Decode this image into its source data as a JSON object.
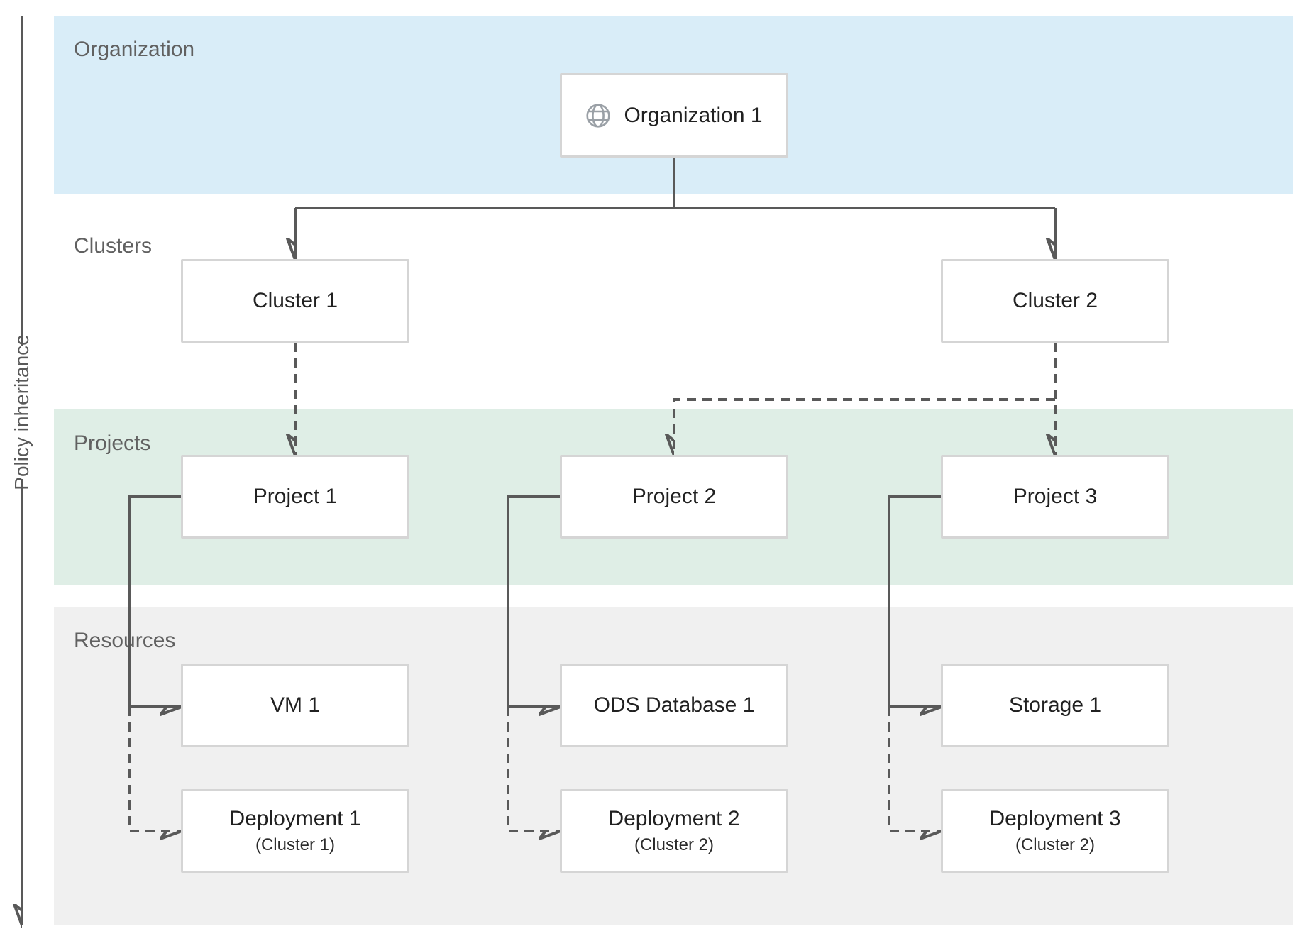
{
  "policy_axis": {
    "label": "Policy inheritance"
  },
  "bands": [
    {
      "id": "organization",
      "label": "Organization",
      "bg": "#d9edf8"
    },
    {
      "id": "clusters",
      "label": "Clusters",
      "bg": "transparent"
    },
    {
      "id": "projects",
      "label": "Projects",
      "bg": "#dfeee6"
    },
    {
      "id": "resources",
      "label": "Resources",
      "bg": "#f0f0f0"
    }
  ],
  "nodes": {
    "organization1": {
      "label": "Organization 1",
      "icon": "globe-icon"
    },
    "cluster1": {
      "label": "Cluster 1"
    },
    "cluster2": {
      "label": "Cluster 2"
    },
    "project1": {
      "label": "Project 1"
    },
    "project2": {
      "label": "Project 2"
    },
    "project3": {
      "label": "Project 3"
    },
    "vm1": {
      "label": "VM 1"
    },
    "ods_database1": {
      "label": "ODS Database 1"
    },
    "storage1": {
      "label": "Storage 1"
    },
    "deployment1": {
      "label": "Deployment 1",
      "sublabel": "(Cluster 1)"
    },
    "deployment2": {
      "label": "Deployment 2",
      "sublabel": "(Cluster 2)"
    },
    "deployment3": {
      "label": "Deployment 3",
      "sublabel": "(Cluster 2)"
    }
  },
  "edges": [
    {
      "from": "Organization 1",
      "to": "Cluster 1",
      "style": "solid"
    },
    {
      "from": "Organization 1",
      "to": "Cluster 2",
      "style": "solid"
    },
    {
      "from": "Cluster 1",
      "to": "Project 1",
      "style": "dashed"
    },
    {
      "from": "Cluster 2",
      "to": "Project 2",
      "style": "dashed"
    },
    {
      "from": "Cluster 2",
      "to": "Project 3",
      "style": "dashed"
    },
    {
      "from": "Project 1",
      "to": "VM 1",
      "style": "solid"
    },
    {
      "from": "Project 1",
      "to": "Deployment 1",
      "style": "dashed"
    },
    {
      "from": "Project 2",
      "to": "ODS Database 1",
      "style": "solid"
    },
    {
      "from": "Project 2",
      "to": "Deployment 2",
      "style": "dashed"
    },
    {
      "from": "Project 3",
      "to": "Storage 1",
      "style": "solid"
    },
    {
      "from": "Project 3",
      "to": "Deployment 3",
      "style": "dashed"
    }
  ],
  "colors": {
    "connector": "#595959",
    "box_border": "#d5d5d5",
    "box_text": "#212121",
    "band_label": "#616161",
    "globe_icon": "#9aa0a6"
  }
}
